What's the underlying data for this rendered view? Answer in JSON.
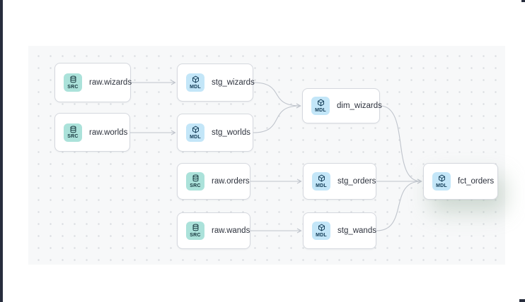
{
  "window": {
    "edge_color": "#272d3d"
  },
  "canvas": {
    "background": "#f7f8f9",
    "dot_color": "#d8dbdf",
    "edge_color": "#bfc4cc",
    "badge_styles": {
      "SRC": {
        "bg": "#abe2da",
        "fg": "#16363d"
      },
      "MDL": {
        "bg": "#c3e6f8",
        "fg": "#113a54"
      }
    },
    "nodes": [
      {
        "id": "raw_wizards",
        "label": "raw.wizards",
        "badge": "SRC",
        "icon": "database-icon"
      },
      {
        "id": "raw_worlds",
        "label": "raw.worlds",
        "badge": "SRC",
        "icon": "database-icon"
      },
      {
        "id": "stg_wizards",
        "label": "stg_wizards",
        "badge": "MDL",
        "icon": "cube-icon"
      },
      {
        "id": "stg_worlds",
        "label": "stg_worlds",
        "badge": "MDL",
        "icon": "cube-icon"
      },
      {
        "id": "dim_wizards",
        "label": "dim_wizards",
        "badge": "MDL",
        "icon": "cube-icon"
      },
      {
        "id": "raw_orders",
        "label": "raw.orders",
        "badge": "SRC",
        "icon": "database-icon"
      },
      {
        "id": "stg_orders",
        "label": "stg_orders",
        "badge": "MDL",
        "icon": "cube-icon"
      },
      {
        "id": "raw_wands",
        "label": "raw.wands",
        "badge": "SRC",
        "icon": "database-icon"
      },
      {
        "id": "stg_wands",
        "label": "stg_wands",
        "badge": "MDL",
        "icon": "cube-icon"
      },
      {
        "id": "fct_orders",
        "label": "fct_orders",
        "badge": "MDL",
        "icon": "cube-icon",
        "highlighted": true
      }
    ],
    "edges": [
      {
        "from": "raw_wizards",
        "to": "stg_wizards"
      },
      {
        "from": "raw_worlds",
        "to": "stg_worlds"
      },
      {
        "from": "stg_wizards",
        "to": "dim_wizards"
      },
      {
        "from": "stg_worlds",
        "to": "dim_wizards"
      },
      {
        "from": "raw_orders",
        "to": "stg_orders"
      },
      {
        "from": "raw_wands",
        "to": "stg_wands"
      },
      {
        "from": "stg_orders",
        "to": "fct_orders"
      },
      {
        "from": "stg_wands",
        "to": "fct_orders"
      },
      {
        "from": "dim_wizards",
        "to": "fct_orders"
      }
    ]
  }
}
